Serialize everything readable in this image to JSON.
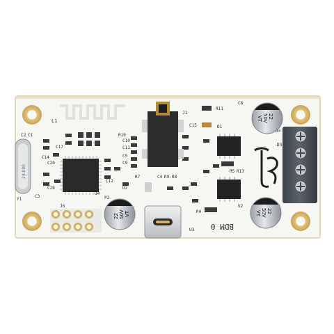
{
  "board": {
    "name": "BDM 0",
    "labels": {
      "l1": "L1",
      "c1": "C1",
      "c2": "C2",
      "c3": "C3",
      "c4": "C4",
      "c8": "C8",
      "c20": "C20",
      "c28": "C28",
      "c14": "C14",
      "c17": "C17",
      "c11": "C11",
      "c10": "C10",
      "c5": "C5",
      "c9": "C9",
      "c12": "C12",
      "c15": "C15",
      "r10": "R10",
      "r11": "R11",
      "r5": "R5",
      "r13": "R13",
      "r7": "R7",
      "r4": "R4",
      "r9_r8": "R9-R8",
      "j1": "J1",
      "j3": "J3",
      "d1": "D1",
      "d2": "D2",
      "d3": "D3",
      "y1": "Y1",
      "u2": "U2",
      "u3": "U3",
      "u4": "U4",
      "p2": "P2",
      "j6": "J6"
    },
    "capacitor_text": {
      "voltage": "50V",
      "capacitance": "22",
      "series": "VT"
    },
    "crystal_text": "24.000",
    "colors": {
      "pcb": "#f7f7f4",
      "pcb_edge": "#e8d9b6",
      "gold": "#d8b86a",
      "chip": "#2a2a2a",
      "terminal": "#4b5258",
      "silk": "#2b2b2b"
    }
  }
}
